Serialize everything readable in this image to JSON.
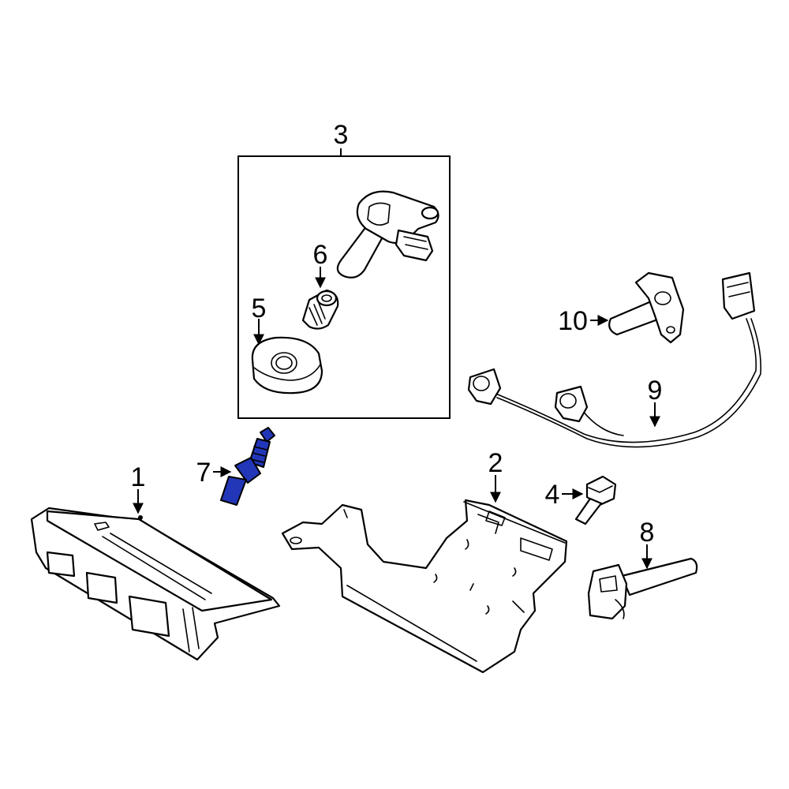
{
  "colors": {
    "highlight": "#2236b8",
    "line": "#000000",
    "background": "#ffffff"
  },
  "callouts": {
    "c1": "1",
    "c2": "2",
    "c3": "3",
    "c4": "4",
    "c5": "5",
    "c6": "6",
    "c7": "7",
    "c8": "8",
    "c9": "9",
    "c10": "10"
  },
  "highlighted_callout": "7"
}
